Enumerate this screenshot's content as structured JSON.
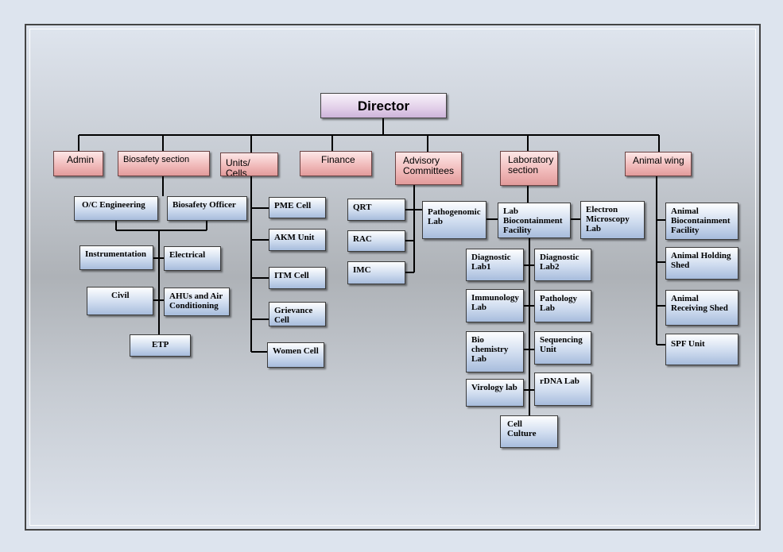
{
  "director": "Director",
  "departments": {
    "admin": "Admin",
    "biosafety": "Biosafety section",
    "units": "Units/ Cells",
    "finance": "Finance",
    "advisory": "Advisory Committees",
    "lab": "Laboratory section",
    "animal": "Animal wing"
  },
  "biosafety": {
    "oc_engineering": "O/C Engineering",
    "biosafety_officer": "Biosafety Officer",
    "instrumentation": "Instrumentation",
    "electrical": "Electrical",
    "civil": "Civil",
    "ahus": "AHUs and Air Conditioning",
    "etp": "ETP"
  },
  "units": [
    "PME Cell",
    "AKM Unit",
    "ITM Cell",
    "Grievance Cell",
    "Women Cell"
  ],
  "advisory": [
    "QRT",
    "RAC",
    "IMC"
  ],
  "lab": {
    "pathogenomic": "Pathogenomic Lab",
    "biocontainment": "Lab Biocontainment Facility",
    "electron": "Electron Microscopy Lab",
    "diag1": "Diagnostic Lab1",
    "diag2": "Diagnostic Lab2",
    "immunology": "Immunology Lab",
    "pathology": "Pathology Lab",
    "biochem": "Bio chemistry Lab",
    "sequencing": "Sequencing Unit",
    "virology": "Virology lab",
    "rdna": "rDNA Lab",
    "cell_culture": "Cell Culture"
  },
  "animal": [
    "Animal Biocontainment Facility",
    "Animal Holding Shed",
    "Animal Receiving Shed",
    "SPF Unit"
  ],
  "colors": {
    "department_fill": "#f0b8b8",
    "unit_fill": "#cfdcef",
    "director_fill": "#e2cfe9",
    "connector": "#000000"
  }
}
